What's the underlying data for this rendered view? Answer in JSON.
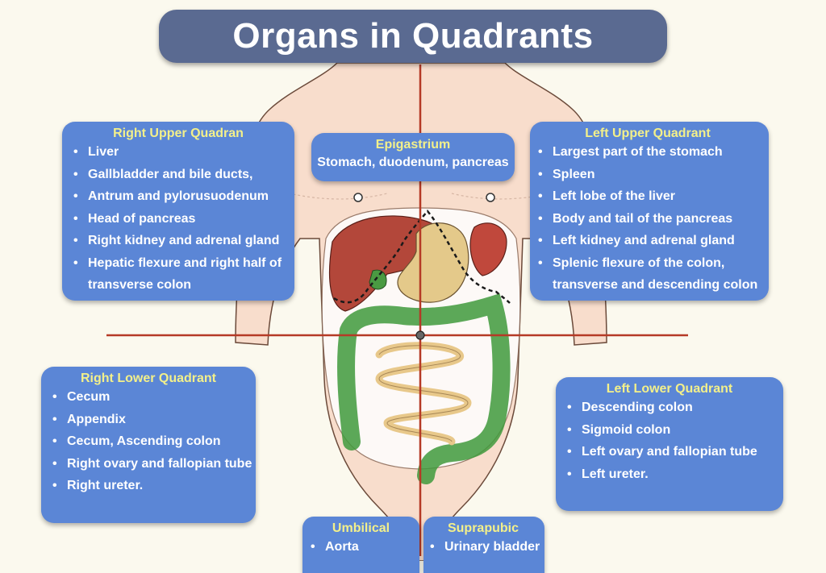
{
  "title": "Organs in Quadrants",
  "colors": {
    "box_fill": "#5b86d6",
    "title_fill": "#5a6a91",
    "heading_text": "#f3f08a",
    "quadrant_lines": "#b53a26",
    "liver": "#b3473a",
    "intestine": "#3f9a3c",
    "stomach": "#e4c98a",
    "skin": "#f8ddcc"
  },
  "regions": {
    "right_upper": {
      "heading": "Right Upper Quadran",
      "items": [
        "Liver",
        "Gallbladder and bile ducts,",
        "Antrum and pylorusuodenum",
        "Head of pancreas",
        "Right kidney and adrenal gland",
        "Hepatic flexure and right half of"
      ],
      "continuation": "transverse colon"
    },
    "epigastrium": {
      "heading": "Epigastrium",
      "text": "Stomach, duodenum, pancreas"
    },
    "left_upper": {
      "heading": "Left Upper Quadrant",
      "items": [
        "Largest part of the stomach",
        "Spleen",
        "Left lobe of the liver",
        "Body and tail of the pancreas",
        "Left kidney and adrenal gland",
        "Splenic flexure of the colon,"
      ],
      "continuation": "transverse and descending colon"
    },
    "right_lower": {
      "heading": "Right Lower Quadrant",
      "items": [
        "Cecum",
        "Appendix",
        "Cecum, Ascending colon",
        "Right ovary and fallopian tube",
        "Right ureter."
      ]
    },
    "left_lower": {
      "heading": "Left Lower Quadrant",
      "items": [
        "Descending colon",
        "Sigmoid colon",
        "Left ovary and fallopian tube",
        "Left ureter."
      ]
    },
    "umbilical": {
      "heading": "Umbilical",
      "items": [
        "Aorta"
      ]
    },
    "suprapubic": {
      "heading": "Suprapubic",
      "items": [
        "Urinary bladder"
      ]
    }
  },
  "illustration": {
    "figure": "torso-outline",
    "organs": [
      "liver",
      "stomach",
      "spleen",
      "gallbladder",
      "small-intestine",
      "large-intestine"
    ],
    "axes": [
      "vertical-midline",
      "horizontal-umbilical-line"
    ]
  }
}
